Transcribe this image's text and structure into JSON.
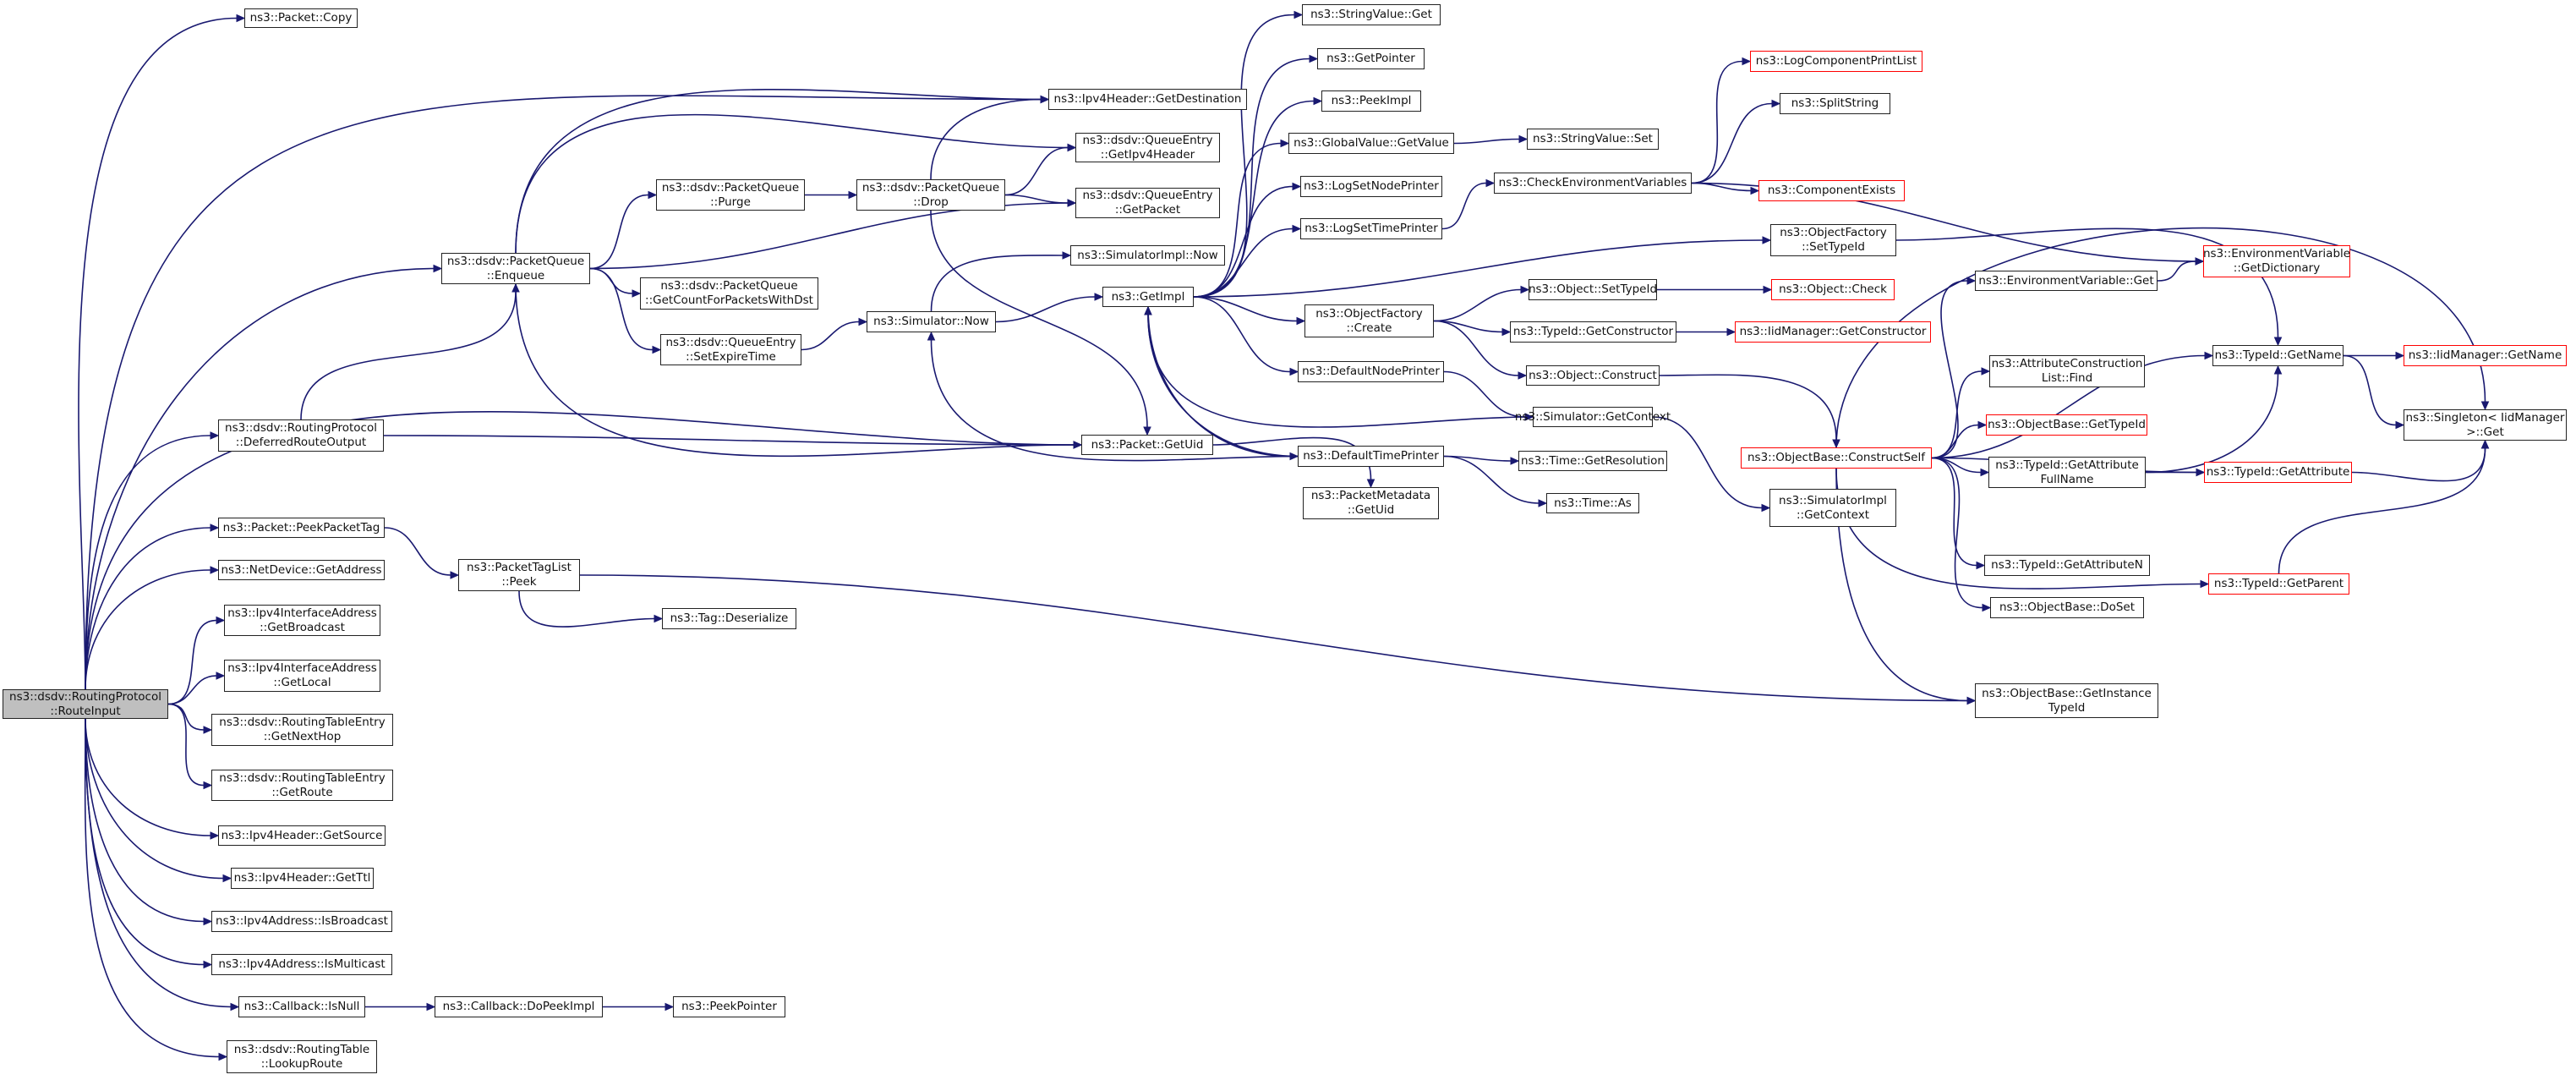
{
  "diagram": {
    "type": "call-graph",
    "colors": {
      "edge": "#191970",
      "node_border": "#222222",
      "missing_border": "#ff0000",
      "root_fill": "#bfbfbf"
    },
    "nodes": [
      {
        "id": "root",
        "lines": [
          "ns3::dsdv::RoutingProtocol",
          "::RouteInput"
        ],
        "root": true
      },
      {
        "id": "pktCopy",
        "lines": [
          "ns3::Packet::Copy"
        ]
      },
      {
        "id": "ipv4Dest",
        "lines": [
          "ns3::Ipv4Header::GetDestination"
        ]
      },
      {
        "id": "qeGetIpv4",
        "lines": [
          "ns3::dsdv::QueueEntry",
          "::GetIpv4Header"
        ]
      },
      {
        "id": "qeGetPacket",
        "lines": [
          "ns3::dsdv::QueueEntry",
          "::GetPacket"
        ]
      },
      {
        "id": "pqPurge",
        "lines": [
          "ns3::dsdv::PacketQueue",
          "::Purge"
        ]
      },
      {
        "id": "pqDrop",
        "lines": [
          "ns3::dsdv::PacketQueue",
          "::Drop"
        ]
      },
      {
        "id": "pqEnqueue",
        "lines": [
          "ns3::dsdv::PacketQueue",
          "::Enqueue"
        ]
      },
      {
        "id": "pqCount",
        "lines": [
          "ns3::dsdv::PacketQueue",
          "::GetCountForPacketsWithDst"
        ]
      },
      {
        "id": "qeSetExpire",
        "lines": [
          "ns3::dsdv::QueueEntry",
          "::SetExpireTime"
        ]
      },
      {
        "id": "simNow",
        "lines": [
          "ns3::Simulator::Now"
        ]
      },
      {
        "id": "simImplNow",
        "lines": [
          "ns3::SimulatorImpl::Now"
        ]
      },
      {
        "id": "getImpl",
        "lines": [
          "ns3::GetImpl"
        ]
      },
      {
        "id": "rpDeferred",
        "lines": [
          "ns3::dsdv::RoutingProtocol",
          "::DeferredRouteOutput"
        ]
      },
      {
        "id": "pktGetUid",
        "lines": [
          "ns3::Packet::GetUid"
        ]
      },
      {
        "id": "pmGetUid",
        "lines": [
          "ns3::PacketMetadata",
          "::GetUid"
        ]
      },
      {
        "id": "peekTag",
        "lines": [
          "ns3::Packet::PeekPacketTag"
        ]
      },
      {
        "id": "tagListPeek",
        "lines": [
          "ns3::PacketTagList",
          "::Peek"
        ]
      },
      {
        "id": "tagDeser",
        "lines": [
          "ns3::Tag::Deserialize"
        ]
      },
      {
        "id": "ndGetAddr",
        "lines": [
          "ns3::NetDevice::GetAddress"
        ]
      },
      {
        "id": "iaBroadcast",
        "lines": [
          "ns3::Ipv4InterfaceAddress",
          "::GetBroadcast"
        ]
      },
      {
        "id": "iaLocal",
        "lines": [
          "ns3::Ipv4InterfaceAddress",
          "::GetLocal"
        ]
      },
      {
        "id": "rteNextHop",
        "lines": [
          "ns3::dsdv::RoutingTableEntry",
          "::GetNextHop"
        ]
      },
      {
        "id": "rteRoute",
        "lines": [
          "ns3::dsdv::RoutingTableEntry",
          "::GetRoute"
        ]
      },
      {
        "id": "ipv4Src",
        "lines": [
          "ns3::Ipv4Header::GetSource"
        ]
      },
      {
        "id": "ipv4Ttl",
        "lines": [
          "ns3::Ipv4Header::GetTtl"
        ]
      },
      {
        "id": "addrIsBcast",
        "lines": [
          "ns3::Ipv4Address::IsBroadcast"
        ]
      },
      {
        "id": "addrIsMcast",
        "lines": [
          "ns3::Ipv4Address::IsMulticast"
        ]
      },
      {
        "id": "cbIsNull",
        "lines": [
          "ns3::Callback::IsNull"
        ]
      },
      {
        "id": "cbDoPeek",
        "lines": [
          "ns3::Callback::DoPeekImpl"
        ]
      },
      {
        "id": "peekPtr",
        "lines": [
          "ns3::PeekPointer"
        ]
      },
      {
        "id": "rtLookup",
        "lines": [
          "ns3::dsdv::RoutingTable",
          "::LookupRoute"
        ]
      },
      {
        "id": "strValGet",
        "lines": [
          "ns3::StringValue::Get"
        ]
      },
      {
        "id": "getPointer",
        "lines": [
          "ns3::GetPointer"
        ]
      },
      {
        "id": "peekImpl",
        "lines": [
          "ns3::PeekImpl"
        ]
      },
      {
        "id": "gvGetValue",
        "lines": [
          "ns3::GlobalValue::GetValue"
        ]
      },
      {
        "id": "strValSet",
        "lines": [
          "ns3::StringValue::Set"
        ]
      },
      {
        "id": "logNodePrinter",
        "lines": [
          "ns3::LogSetNodePrinter"
        ]
      },
      {
        "id": "logTimePrinter",
        "lines": [
          "ns3::LogSetTimePrinter"
        ]
      },
      {
        "id": "checkEnv",
        "lines": [
          "ns3::CheckEnvironmentVariables"
        ]
      },
      {
        "id": "logCompPrint",
        "lines": [
          "ns3::LogComponentPrintList"
        ],
        "missing": true
      },
      {
        "id": "splitString",
        "lines": [
          "ns3::SplitString"
        ]
      },
      {
        "id": "compExists",
        "lines": [
          "ns3::ComponentExists"
        ],
        "missing": true
      },
      {
        "id": "ofSetTypeId",
        "lines": [
          "ns3::ObjectFactory",
          "::SetTypeId"
        ]
      },
      {
        "id": "envGetDict",
        "lines": [
          "ns3::EnvironmentVariable",
          "::GetDictionary"
        ],
        "missing": true
      },
      {
        "id": "envGet",
        "lines": [
          "ns3::EnvironmentVariable::Get"
        ]
      },
      {
        "id": "ofCreate",
        "lines": [
          "ns3::ObjectFactory",
          "::Create"
        ]
      },
      {
        "id": "objSetTypeId",
        "lines": [
          "ns3::Object::SetTypeId"
        ]
      },
      {
        "id": "objCheck",
        "lines": [
          "ns3::Object::Check"
        ],
        "missing": true
      },
      {
        "id": "tidGetCtor",
        "lines": [
          "ns3::TypeId::GetConstructor"
        ]
      },
      {
        "id": "iidGetCtor",
        "lines": [
          "ns3::IidManager::GetConstructor"
        ],
        "missing": true
      },
      {
        "id": "objConstruct",
        "lines": [
          "ns3::Object::Construct"
        ]
      },
      {
        "id": "defNodePrinter",
        "lines": [
          "ns3::DefaultNodePrinter"
        ]
      },
      {
        "id": "simGetContext",
        "lines": [
          "ns3::Simulator::GetContext"
        ]
      },
      {
        "id": "defTimePrinter",
        "lines": [
          "ns3::DefaultTimePrinter"
        ]
      },
      {
        "id": "timeGetRes",
        "lines": [
          "ns3::Time::GetResolution"
        ]
      },
      {
        "id": "timeAs",
        "lines": [
          "ns3::Time::As"
        ]
      },
      {
        "id": "simImplGetCtx",
        "lines": [
          "ns3::SimulatorImpl",
          "::GetContext"
        ]
      },
      {
        "id": "obConstructSelf",
        "lines": [
          "ns3::ObjectBase::ConstructSelf"
        ],
        "missing": true
      },
      {
        "id": "acListFind",
        "lines": [
          "ns3::AttributeConstruction",
          "List::Find"
        ]
      },
      {
        "id": "obGetTypeId",
        "lines": [
          "ns3::ObjectBase::GetTypeId"
        ],
        "missing": true
      },
      {
        "id": "tidGetAttrFull",
        "lines": [
          "ns3::TypeId::GetAttribute",
          "FullName"
        ]
      },
      {
        "id": "tidGetAttrN",
        "lines": [
          "ns3::TypeId::GetAttributeN"
        ]
      },
      {
        "id": "obDoSet",
        "lines": [
          "ns3::ObjectBase::DoSet"
        ]
      },
      {
        "id": "tidGetParent",
        "lines": [
          "ns3::TypeId::GetParent"
        ],
        "missing": true
      },
      {
        "id": "obGetInstTid",
        "lines": [
          "ns3::ObjectBase::GetInstance",
          "TypeId"
        ]
      },
      {
        "id": "tidGetName",
        "lines": [
          "ns3::TypeId::GetName"
        ]
      },
      {
        "id": "iidGetName",
        "lines": [
          "ns3::IidManager::GetName"
        ],
        "missing": true
      },
      {
        "id": "tidGetAttr",
        "lines": [
          "ns3::TypeId::GetAttribute"
        ],
        "missing": true
      },
      {
        "id": "singletonGet",
        "lines": [
          "ns3::Singleton< IidManager",
          ">::Get"
        ]
      }
    ]
  }
}
